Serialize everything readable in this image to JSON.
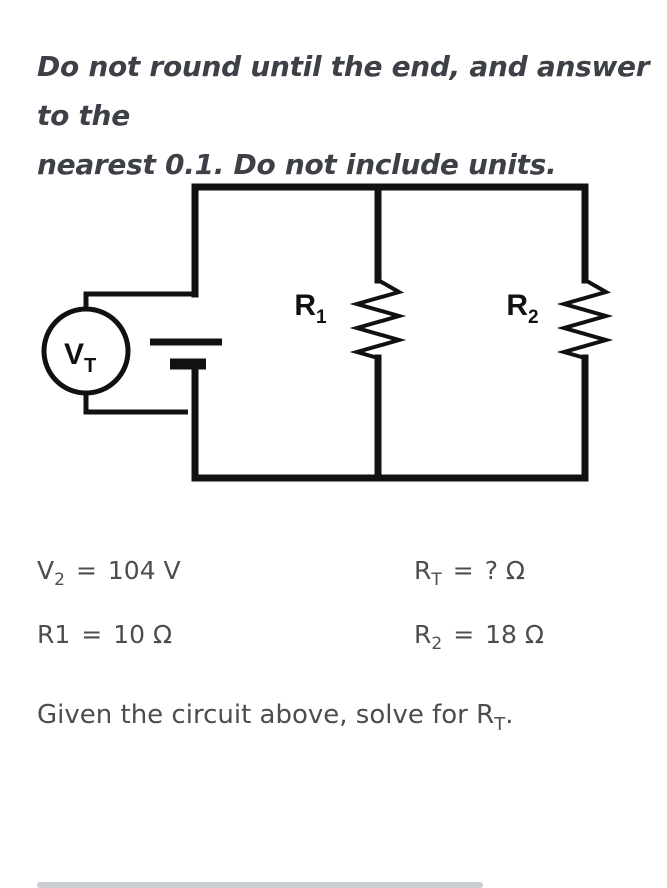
{
  "instructions": {
    "line1": "Do not round until the end, and answer to the",
    "line2": "nearest 0.1. Do not include units."
  },
  "circuit": {
    "meter_label": "V",
    "meter_sub": "T",
    "r1_label": "R",
    "r1_sub": "1",
    "r2_label": "R",
    "r2_sub": "2"
  },
  "givens": {
    "v2": {
      "name": "V",
      "sub": "2",
      "eq": "=",
      "value": "104 V"
    },
    "r1": {
      "name": "R1",
      "eq": "=",
      "value": "10 Ω"
    },
    "rt": {
      "name": "R",
      "sub": "T",
      "eq": "=",
      "value": "? Ω"
    },
    "r2": {
      "name": "R",
      "sub": "2",
      "eq": "=",
      "value": "18 Ω"
    }
  },
  "prompt": {
    "text": "Given the circuit above, solve for R",
    "sub": "T",
    "end": "."
  }
}
